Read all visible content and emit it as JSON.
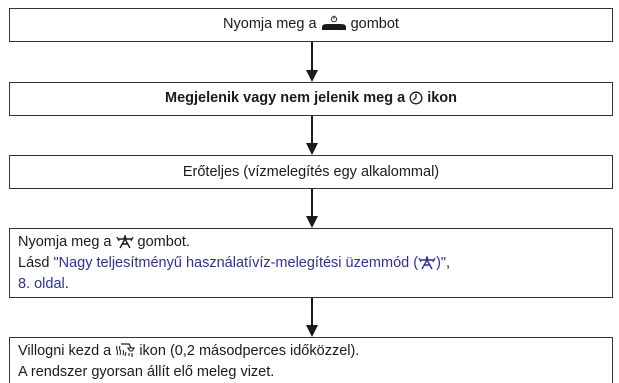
{
  "steps": {
    "step1": {
      "before": "Nyomja meg a",
      "icon": "power-button-icon",
      "after": "gombot"
    },
    "step2": {
      "before": "Megjelenik vagy nem jelenik meg a",
      "icon": "clock-icon",
      "after": "ikon"
    },
    "step3": {
      "text": "Erőteljes (vízmelegítés egy alkalommal)"
    },
    "step4": {
      "line1_before": "Nyomja meg a",
      "line1_icon": "powerful-mode-icon",
      "line1_after": "gombot.",
      "line2_prefix": "Lásd",
      "link_part1": "\"Nagy teljesítményű használatívíz-melegítési üzemmód (",
      "link_icon": "powerful-mode-icon",
      "link_part2": ")\"",
      "link_suffix": ",",
      "link_page": "8. oldal",
      "line3_suffix": "."
    },
    "step5": {
      "line1_before": "Villogni kezd a",
      "line1_icon": "hot-water-shower-icon",
      "line1_after": "ikon (0,2 másodperces időközzel).",
      "line2": "A rendszer gyorsan állít elő meleg vizet."
    }
  },
  "colors": {
    "link": "#2e3192",
    "border": "#333333",
    "arrow": "#1a1a1a"
  }
}
